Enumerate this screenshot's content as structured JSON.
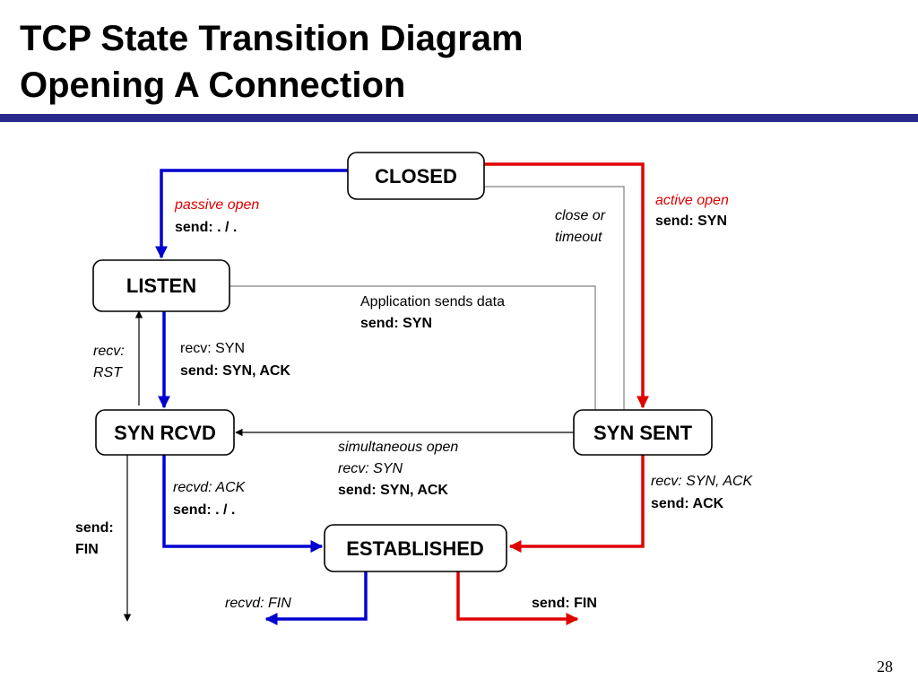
{
  "slide": {
    "title_line1": "TCP State Transition Diagram",
    "title_line2": "Opening A Connection",
    "page_number": "28"
  },
  "colors": {
    "title_rule": "#2a2a8c",
    "blue_path": "#0000d0",
    "red_path": "#e00000",
    "thin_line": "#808080",
    "text_red": "#e00000"
  },
  "states": {
    "closed": "CLOSED",
    "listen": "LISTEN",
    "syn_rcvd": "SYN RCVD",
    "syn_sent": "SYN SENT",
    "established": "ESTABLISHED"
  },
  "transitions": {
    "passive_open": {
      "event": "passive open",
      "action": "send: . / ."
    },
    "active_open": {
      "event": "active open",
      "action": "send: SYN"
    },
    "close_timeout": {
      "line1": "close or",
      "line2": "timeout"
    },
    "app_sends_data": {
      "event": "Application sends data",
      "action": "send: SYN"
    },
    "recv_rst": {
      "line1": "recv:",
      "line2": "RST"
    },
    "listen_recv_syn": {
      "event": "recv: SYN",
      "action": "send: SYN, ACK"
    },
    "simultaneous_open": {
      "event": "simultaneous open",
      "event2": "recv: SYN",
      "action": "send: SYN, ACK"
    },
    "recvd_ack": {
      "event": "recvd: ACK",
      "action": "send: . / ."
    },
    "recv_syn_ack": {
      "event": "recv: SYN, ACK",
      "action": "send: ACK"
    },
    "send_fin_left": {
      "line1": "send:",
      "line2": "FIN"
    },
    "recvd_fin": {
      "event": "recvd: FIN"
    },
    "send_fin_right": {
      "action": "send: FIN"
    }
  }
}
